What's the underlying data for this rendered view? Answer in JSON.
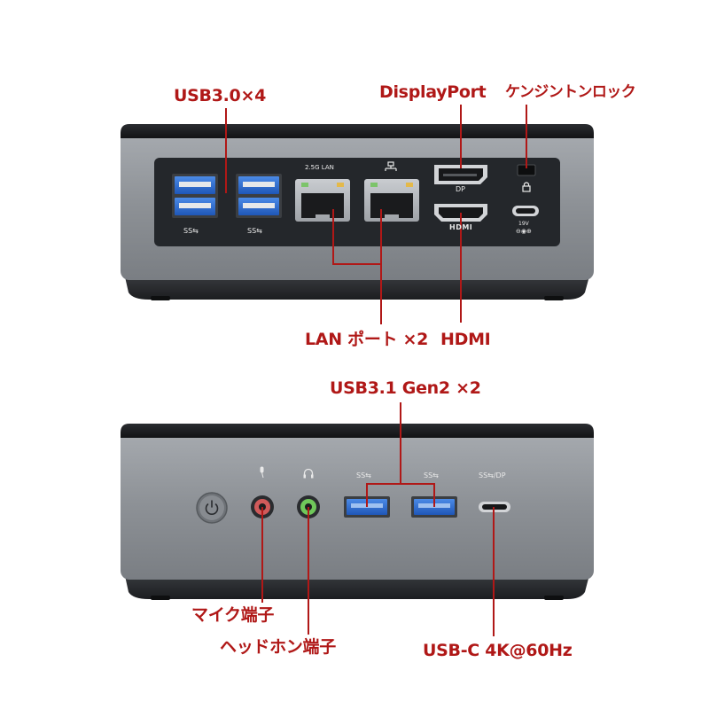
{
  "colors": {
    "callout_red": "#b01817",
    "body_gray": "#8f9398",
    "panel_black": "#23262a",
    "usb3_blue": "#2d6fd1",
    "mic_jack_pink": "#d05a5a",
    "headphone_jack_green": "#6fc85a"
  },
  "rear_view": {
    "callouts": {
      "usb30": "USB3.0×4",
      "displayport": "DisplayPort",
      "kensington_lock": "ケンジントンロック",
      "lan": "LAN ポート ×2",
      "hdmi": "HDMI"
    },
    "port_markings": {
      "lan_2_5g": "2.5G LAN",
      "network_icon": "network-icon",
      "dp": "DP",
      "hdmi_logo": "HDMI",
      "usb_ss_left": "SS⇆",
      "usb_ss_right": "SS⇆",
      "lock_icon": "lock-icon",
      "power_in": "19V",
      "power_polarity": "⊖◉⊕"
    }
  },
  "front_view": {
    "callouts": {
      "usb31": "USB3.1 Gen2 ×2",
      "mic": "マイク端子",
      "headphone": "ヘッドホン端子",
      "usbc": "USB-C 4K@60Hz"
    },
    "port_markings": {
      "mic_icon": "microphone-icon",
      "headphone_icon": "headphone-icon",
      "usb_ss_left": "SS⇆",
      "usb_ss_right": "SS⇆",
      "usbc_ss_dp": "SS⇆/DP",
      "power_icon": "power-icon"
    }
  }
}
